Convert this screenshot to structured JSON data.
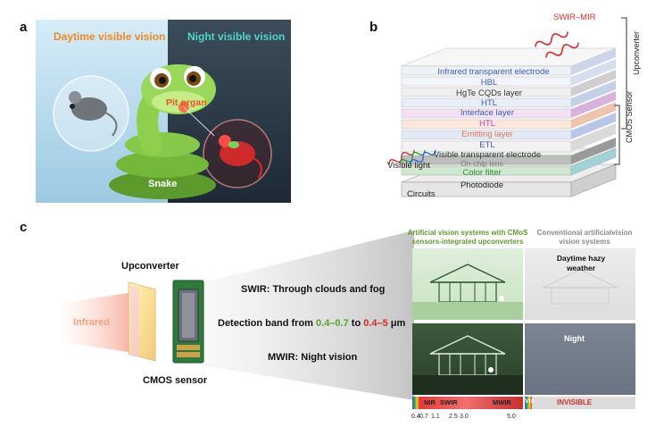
{
  "panel_a": {
    "label": "a",
    "daytime": "Daytime visible vision",
    "night": "Night visible vision",
    "pit": "Pit organ",
    "snake": "Snake"
  },
  "panel_b": {
    "label": "b",
    "swir_mir": "SWIR–MIR",
    "upconverter": "Upconverter",
    "cmos_sensor": "CMOS Sensor",
    "visible_light": "Visible light",
    "circuits": "Circuits",
    "layers": [
      {
        "text": "Infrared transparent electrode",
        "color": "#3a5cb0"
      },
      {
        "text": "HBL",
        "color": "#3a5cb0"
      },
      {
        "text": "HgTe CQDs layer",
        "color": "#333333"
      },
      {
        "text": "HTL",
        "color": "#3a5cb0"
      },
      {
        "text": "Interface layer",
        "color": "#3a5cb0"
      },
      {
        "text": "HTL",
        "color": "#b04ab8"
      },
      {
        "text": "Emitting layer",
        "color": "#e07a4a"
      },
      {
        "text": "ETL",
        "color": "#3a5cb0"
      },
      {
        "text": "Visible transparent electrode",
        "color": "#333333"
      },
      {
        "text": "On-chip lens",
        "color": "#777777"
      },
      {
        "text": "Color filter",
        "color": "#2e8b3a"
      },
      {
        "text": "Photodiode",
        "color": "#222222"
      }
    ]
  },
  "panel_c": {
    "label": "c",
    "upconverter": "Upconverter",
    "infrared": "Infrared",
    "cmos_sensor": "CMOS sensor",
    "swir_line": "SWIR: Through clouds and fog",
    "band_prefix": "Detection band from ",
    "band_vis": "0.4–0.7",
    "band_to": " to ",
    "band_ir": "0.4–5",
    "band_unit": " μm",
    "mwir_line": "MWIR: Night vision",
    "artificial_title": "Artificial vision systems with CMoS sensors-integrated upconverters",
    "conventional_title": "Conventional artificialvision vision systems",
    "daytime_hazy": "Daytime hazy weather",
    "night": "Night",
    "spectrum": {
      "nir": "NIR",
      "swir": "SWIR",
      "mwir": "MWIR",
      "vis": "Vis",
      "invisible": "INVISIBLE",
      "ticks": [
        "0.4",
        "0.7",
        "1.1",
        "2.5",
        "3.0",
        "5.0"
      ]
    }
  },
  "colors": {
    "day_title": "#f08a1e",
    "night_title": "#4fd6c8",
    "pit_organ": "#e8552a",
    "red_accent": "#d62a2a",
    "green_accent": "#5e9a2c",
    "band_green": "#5aa02c"
  }
}
